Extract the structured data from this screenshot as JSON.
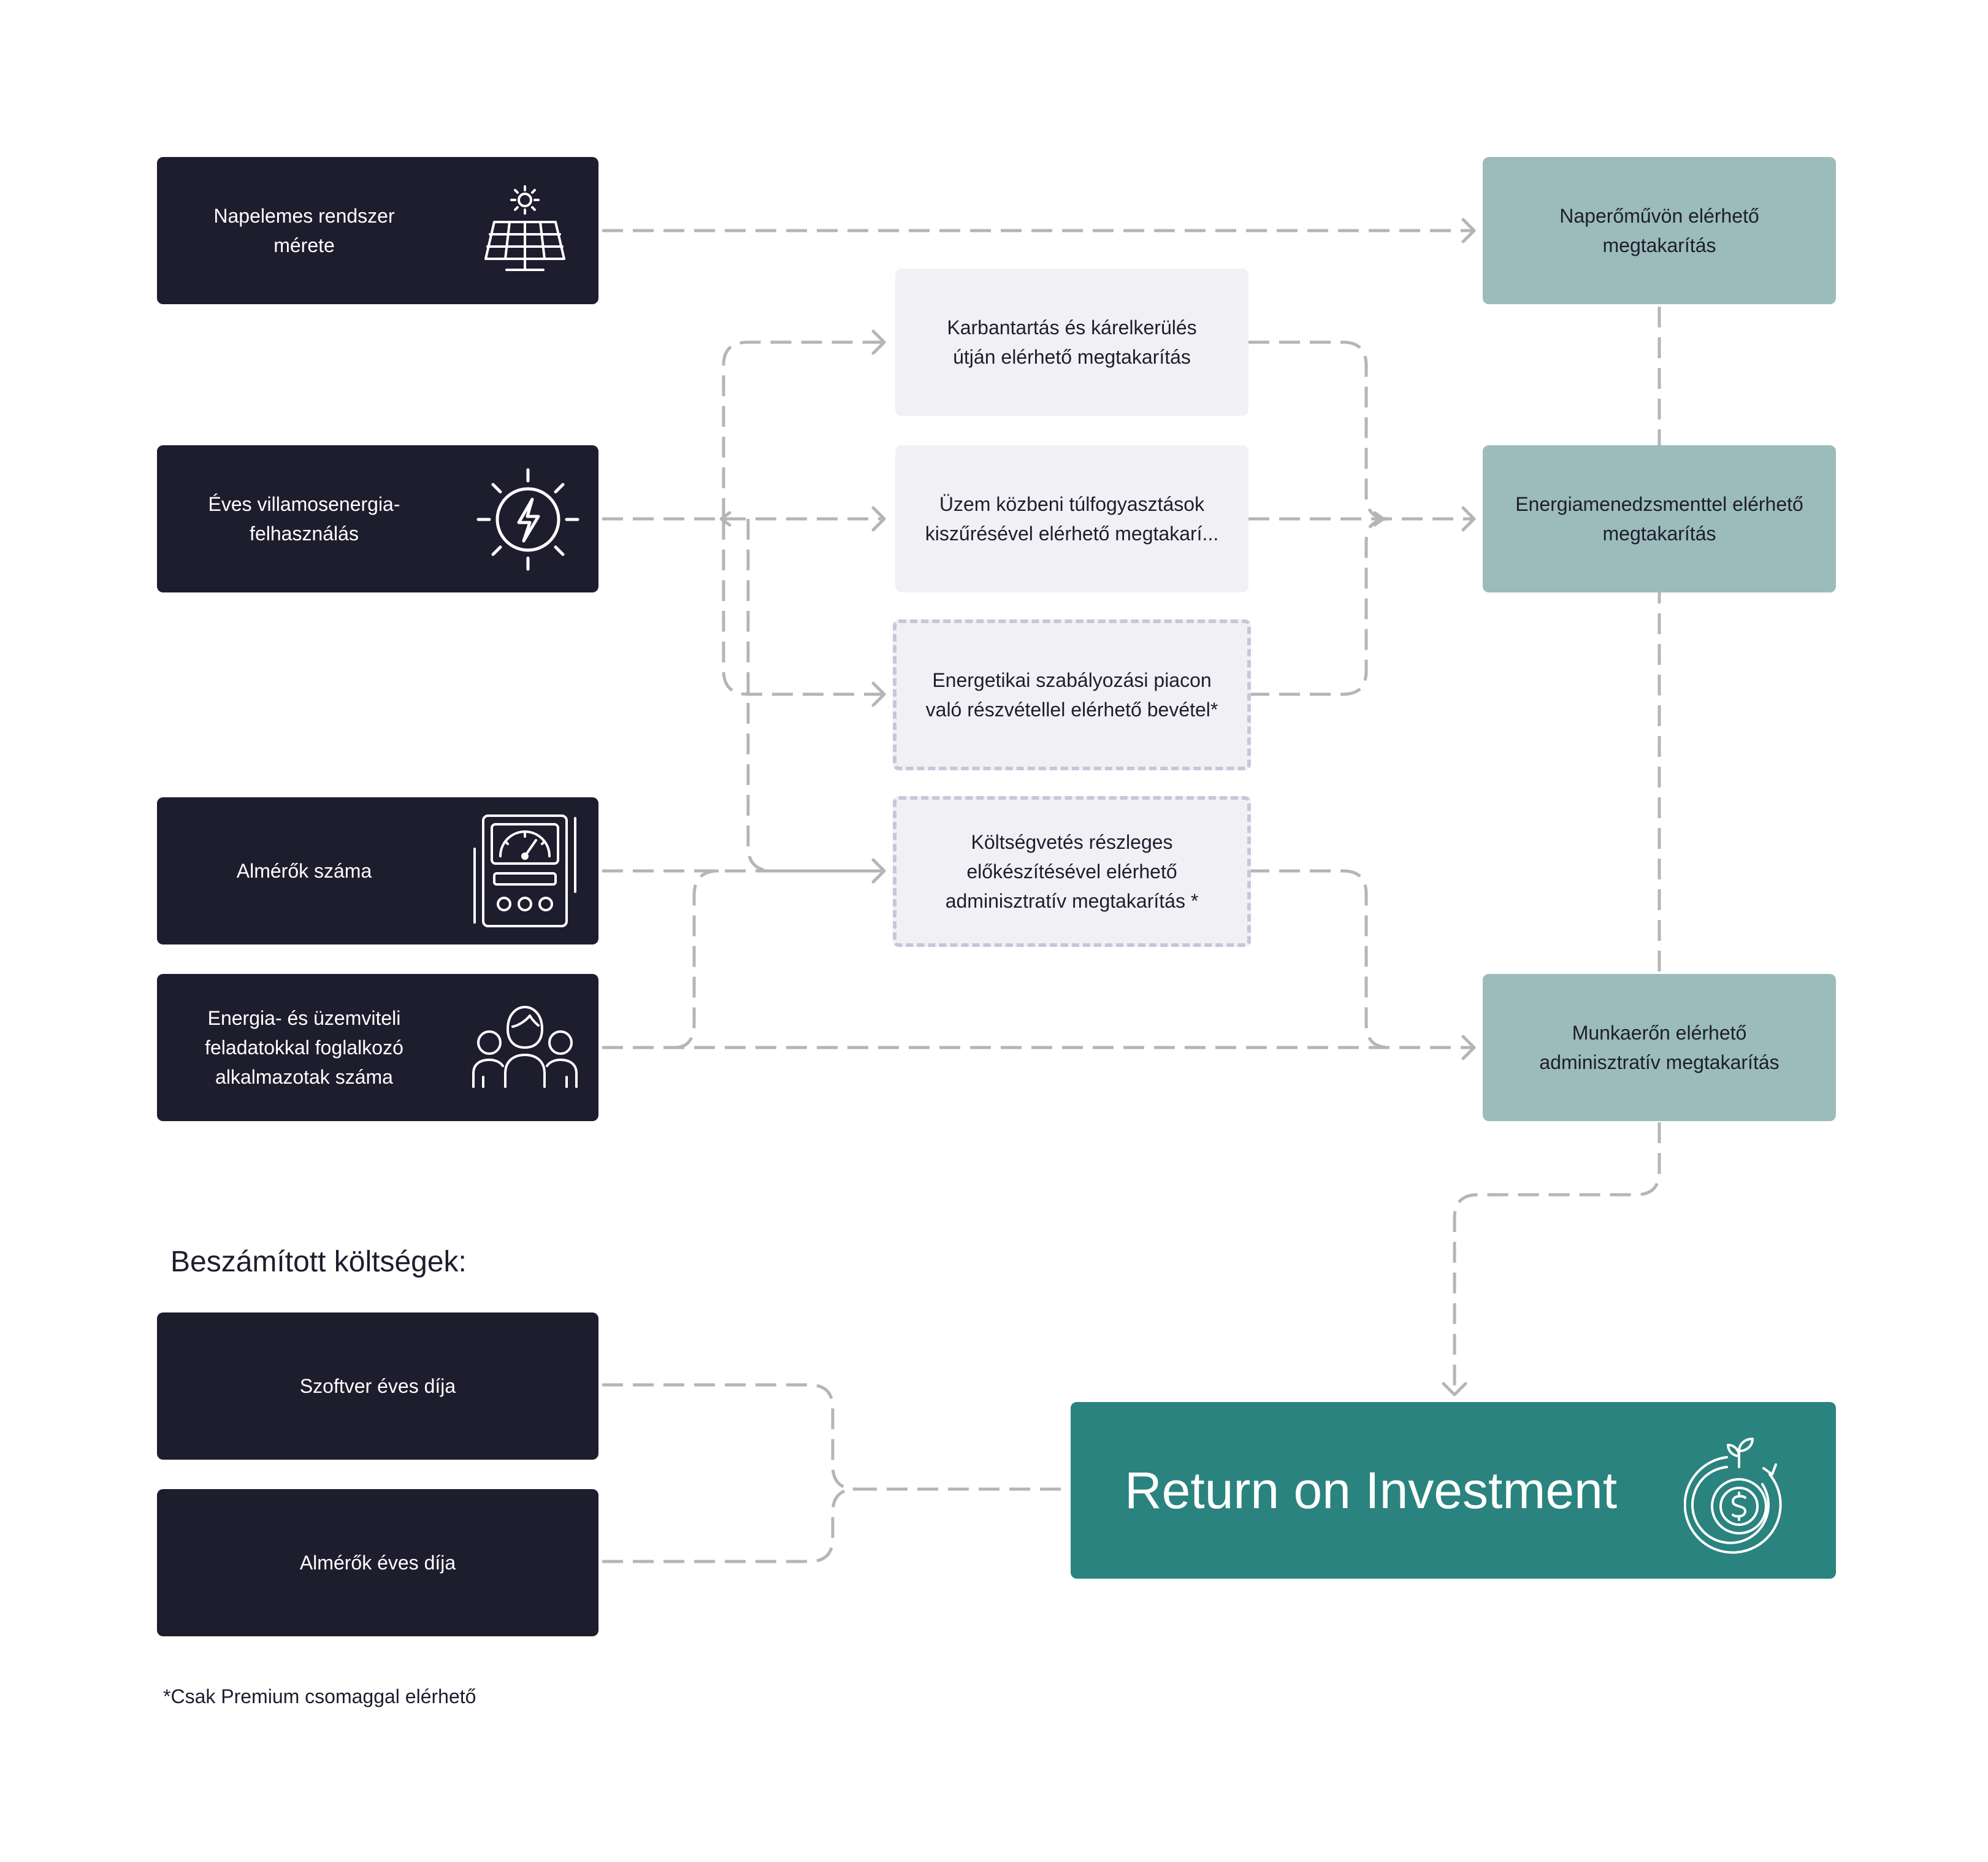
{
  "inputs": [
    {
      "label": "Napelemes rendszer\nmérete",
      "icon": "solar-panel-icon"
    },
    {
      "label": "Éves villamosenergia-\nfelhasználás",
      "icon": "lightning-sun-icon"
    },
    {
      "label": "Almérők száma",
      "icon": "meter-icon"
    },
    {
      "label": "Energia- és üzemviteli\nfeladatokkal foglalkozó\nalkalmazotak száma",
      "icon": "employees-icon"
    }
  ],
  "savings_sources": [
    {
      "label": "Karbantartás és kárelkerülés\nútján elérhető megtakarítás",
      "premium": false
    },
    {
      "label": "Üzem közbeni túlfogyasztások\nkiszűrésével elérhető megtakarí...",
      "premium": false
    },
    {
      "label": "Energetikai szabályozási piacon\nvaló részvétellel elérhető bevétel*",
      "premium": true
    },
    {
      "label": "Költségvetés részleges\nelőkészítésével elérhető\nadminisztratív megtakarítás *",
      "premium": true
    }
  ],
  "outcomes": [
    {
      "label": "Naperőművön elérhető\nmegtakarítás"
    },
    {
      "label": "Energiamenedzsmenttel elérhető\nmegtakarítás"
    },
    {
      "label": "Munkaerőn elérhető\nadminisztratív megtakarítás"
    }
  ],
  "costs_heading": "Beszámított költségek:",
  "costs": [
    {
      "label": "Szoftver éves díja"
    },
    {
      "label": "Almérők éves díja"
    }
  ],
  "result": {
    "label": "Return on Investment",
    "icon": "money-growth-icon"
  },
  "footnote": "*Csak Premium csomaggal elérhető",
  "colors": {
    "input_box": "#1e1d2e",
    "outcome_box": "#9bbcbb",
    "source_box": "#f1f1f5",
    "premium_border": "#c8c6d8",
    "roi_box": "#2a837e",
    "connector": "#b5b5b5"
  }
}
